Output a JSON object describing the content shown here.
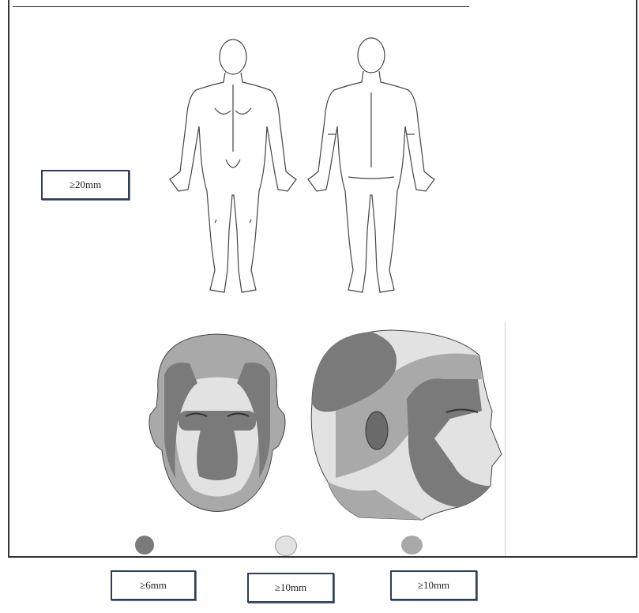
{
  "labels": {
    "body_threshold": "≥20mm",
    "dark_threshold": "≥6mm",
    "light_threshold": "≥10mm",
    "medium_threshold": "≥10mm"
  },
  "colors": {
    "dark_zone": "#7a7a7a",
    "light_zone": "#e2e2e2",
    "medium_zone": "#a9a9a9",
    "outline": "#444444"
  }
}
